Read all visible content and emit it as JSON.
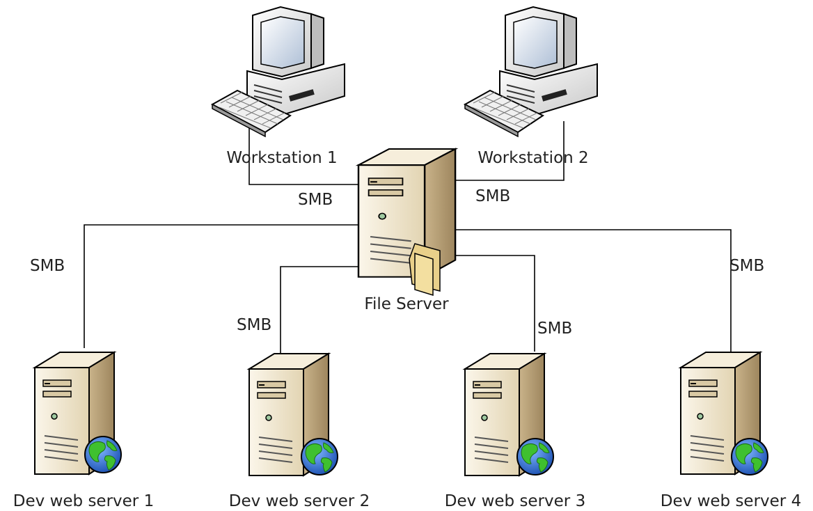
{
  "nodes": {
    "workstation_1": "Workstation 1",
    "workstation_2": "Workstation 2",
    "file_server": "File Server",
    "dev_web_server_1": "Dev web server 1",
    "dev_web_server_2": "Dev web server 2",
    "dev_web_server_3": "Dev web server 3",
    "dev_web_server_4": "Dev web server 4"
  },
  "links": [
    {
      "from": "Workstation 1",
      "to": "File Server",
      "protocol": "SMB"
    },
    {
      "from": "Workstation 2",
      "to": "File Server",
      "protocol": "SMB"
    },
    {
      "from": "File Server",
      "to": "Dev web server 1",
      "protocol": "SMB"
    },
    {
      "from": "File Server",
      "to": "Dev web server 2",
      "protocol": "SMB"
    },
    {
      "from": "File Server",
      "to": "Dev web server 3",
      "protocol": "SMB"
    },
    {
      "from": "File Server",
      "to": "Dev web server 4",
      "protocol": "SMB"
    }
  ],
  "icons": {
    "workstation": "workstation-icon",
    "file_server": "file-server-icon",
    "web_server": "web-server-icon"
  },
  "colors": {
    "line": "#000000",
    "server_body": "#ede2c8",
    "server_side": "#b8a27a",
    "globe_ocean": "#2a73d6",
    "globe_land": "#3fc02f",
    "folder": "#f3dfa0"
  }
}
